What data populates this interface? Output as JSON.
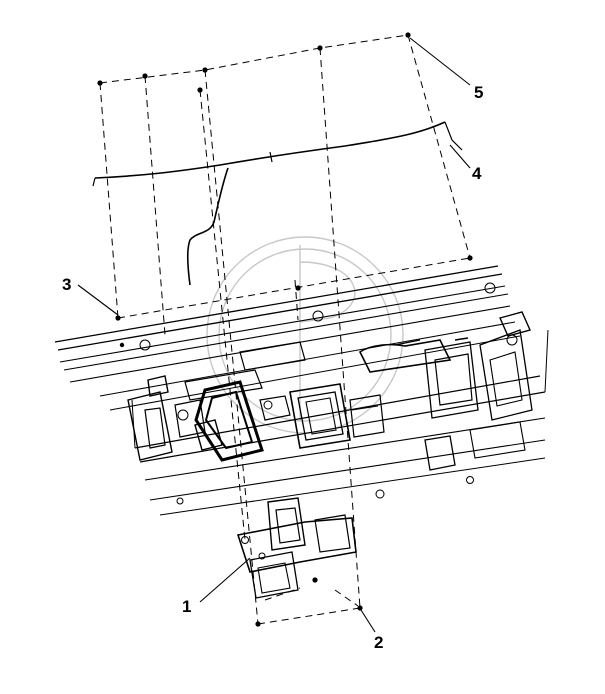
{
  "diagram": {
    "callouts": [
      {
        "id": "c1",
        "label": "1"
      },
      {
        "id": "c2",
        "label": "2"
      },
      {
        "id": "c3",
        "label": "3"
      },
      {
        "id": "c4",
        "label": "4"
      },
      {
        "id": "c5",
        "label": "5"
      }
    ],
    "colors": {
      "line": "#000000",
      "background": "#ffffff",
      "watermark": "#c8c8c8"
    }
  }
}
